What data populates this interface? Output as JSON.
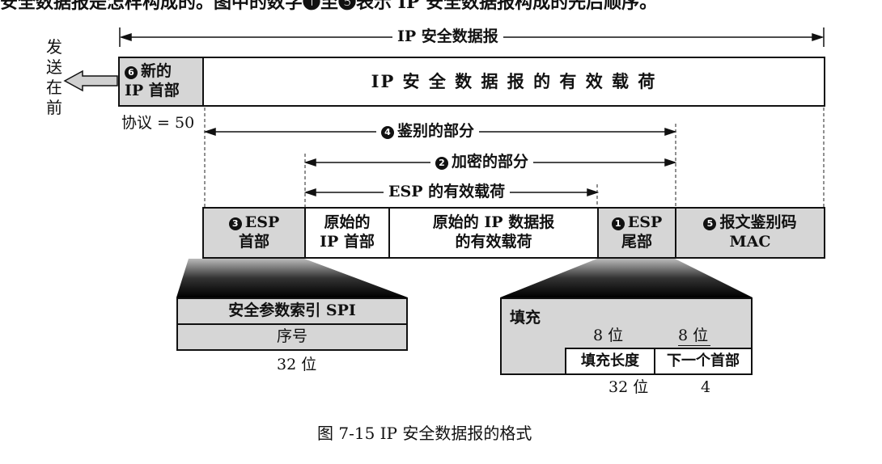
{
  "top_caption": "安全数据报是怎样构成的。图中的数字❶至❺表示 IP 安全数据报构成的先后顺序。",
  "send_first": [
    "发",
    "送",
    "在",
    "前"
  ],
  "ip_datagram_label": "IP 安全数据报",
  "new_header": {
    "num": "6",
    "line1": "新的",
    "line2": "IP 首部"
  },
  "payload_label": "IP 安 全 数 据 报 的 有 效 载 荷",
  "protocol_label": "协议 = 50",
  "auth_label": {
    "num": "4",
    "text": "鉴别的部分"
  },
  "encrypt_label": {
    "num": "2",
    "text": "加密的部分"
  },
  "esp_payload_label": "ESP 的有效载荷",
  "esp_header": {
    "num": "3",
    "line1": "ESP",
    "line2": "首部"
  },
  "orig_ip_header": {
    "line1": "原始的",
    "line2": "IP 首部"
  },
  "orig_payload": {
    "line1": "原始的 IP 数据报",
    "line2": "的有效载荷"
  },
  "esp_trailer": {
    "num": "1",
    "line1": "ESP",
    "line2": "尾部"
  },
  "mac": {
    "num": "5",
    "line1": "报文鉴别码",
    "line2": "MAC"
  },
  "spi_label": "安全参数索引 SPI",
  "seq_label": "序号",
  "left_bits": "32 位",
  "padding_label": "填充",
  "bits8_a": "8 位",
  "bits8_b": "8 位",
  "pad_len": "填充长度",
  "next_header": "下一个首部",
  "right_bits": "32 位",
  "right_four": "4",
  "figure_caption": "图 7-15 IP 安全数据报的格式"
}
